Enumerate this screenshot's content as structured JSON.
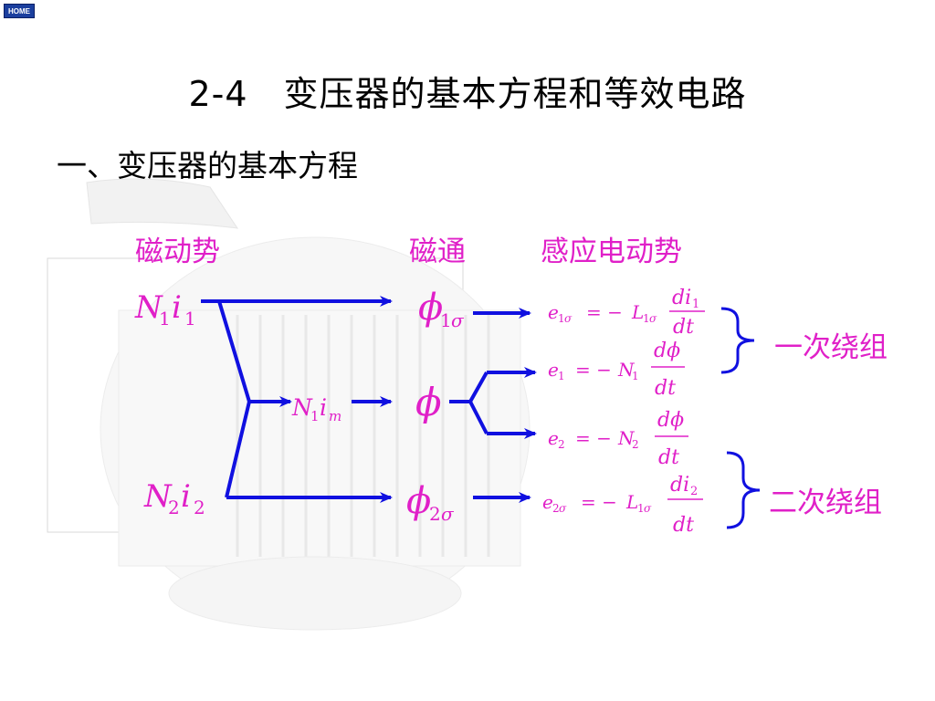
{
  "nav": {
    "home_label": "HOME"
  },
  "title": "2-4　变压器的基本方程和等效电路",
  "subtitle": "一、变压器的基本方程",
  "headers": {
    "mmf": "磁动势",
    "flux": "磁通",
    "emf": "感应电动势"
  },
  "groups": {
    "primary": "一次绕组",
    "secondary": "二次绕组"
  },
  "colors": {
    "arrow": "#1010e0",
    "formula": "#e020c8",
    "home_bg": "#1b3f9e"
  }
}
